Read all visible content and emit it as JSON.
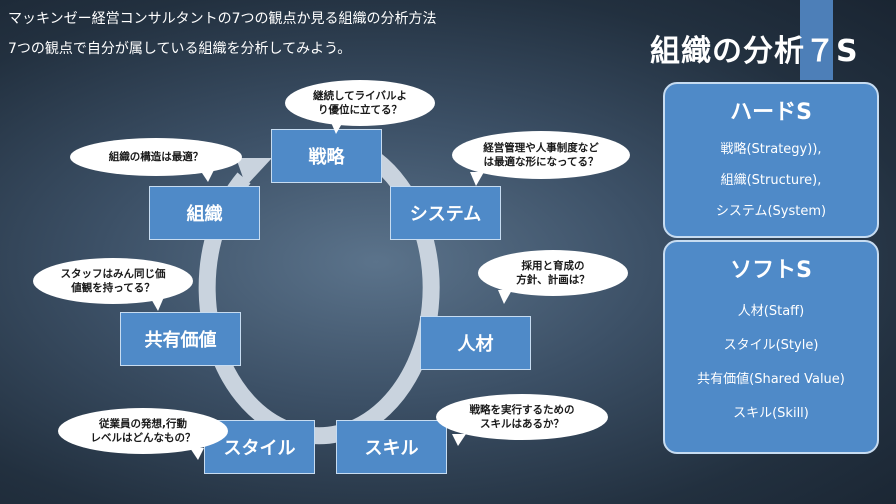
{
  "header": {
    "subtitle_1": "マッキンゼー経営コンサルタントの7つの観点か見る組織の分析方法",
    "subtitle_2": "7つの観点で自分が属している組織を分析してみよう。",
    "title": "組織の分析７S"
  },
  "cycle": {
    "nodes": {
      "strategy": "戦略",
      "system": "システム",
      "staff": "人材",
      "skill": "スキル",
      "style": "スタイル",
      "shared_value": "共有価値",
      "structure": "組織"
    },
    "bubbles": {
      "strategy": "継続してライバルよ\nり優位に立てる？",
      "system": "経営管理や人事制度など\nは最適な形になってる？",
      "staff": "採用と育成の\n方針、計画は？",
      "skill": "戦略を実行するための\nスキルはあるか？",
      "style": "従業員の発想,行動\nレベルはどんなもの？",
      "shared_value": "スタッフはみん同じ価\n値観を持ってる？",
      "structure": "組織の構造は最適？"
    }
  },
  "hard_s": {
    "title": "ハードS",
    "items": [
      "戦略(Strategy)),",
      "組織(Structure),",
      "システム(System)"
    ]
  },
  "soft_s": {
    "title": "ソフトS",
    "items": [
      "人材(Staff)",
      "スタイル(Style)",
      "共有価値(Shared Value)",
      "スキル(Skill)"
    ]
  },
  "colors": {
    "node_fill": "#4f8ac8",
    "node_border": "#c7dcf1",
    "accent_bar": "#4d7fb8",
    "ring": "#c9d3de"
  }
}
